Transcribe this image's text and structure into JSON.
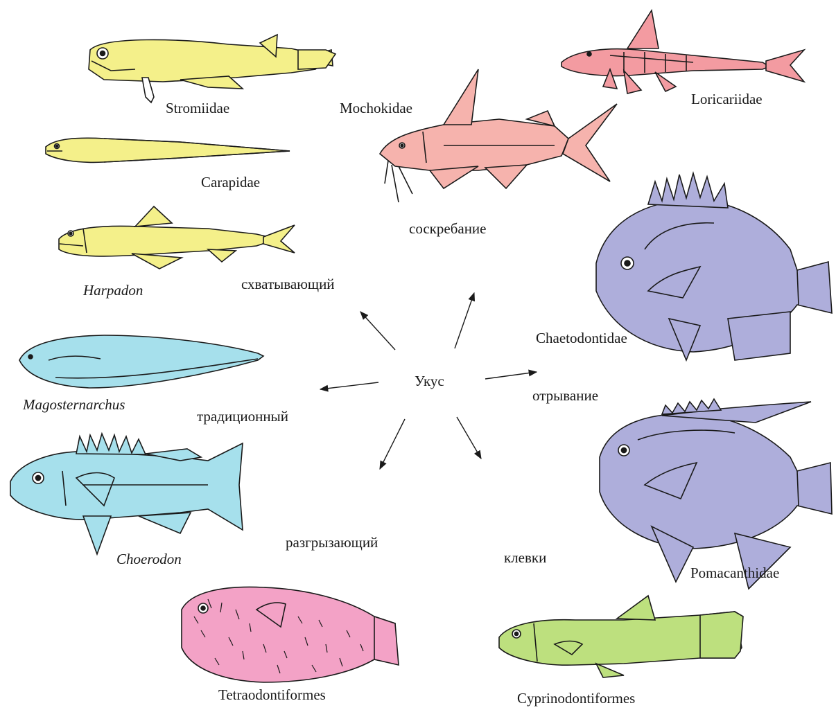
{
  "center": {
    "label": "Укус"
  },
  "modes": {
    "grasping": "схватывающий",
    "scraping": "соскребание",
    "tearing": "отрывание",
    "traditional": "традиционный",
    "crushing": "разгрызающий",
    "pecking": "клевки"
  },
  "taxa": {
    "stomiidae": "Stromiidae",
    "carapidae": "Carapidae",
    "harpadon": "Harpadon",
    "mochokidae": "Mochokidae",
    "loricariidae": "Loricariidae",
    "chaetodontidae": "Chaetodontidae",
    "pomacanthidae": "Pomacanthidae",
    "magosternarchus": "Magosternarchus",
    "choerodon": "Choerodon",
    "tetraodontiformes": "Tetraodontiformes",
    "cyprinodontiformes": "Cyprinodontiformes"
  },
  "colors": {
    "yellow": "#f4f08a",
    "salmon": "#f6b3ad",
    "pink_catfish": "#f39ba1",
    "lavender": "#aeaedb",
    "cyan": "#a6e0ec",
    "pink": "#f3a2c6",
    "green": "#bde07e",
    "outline": "#1a1a1a"
  }
}
